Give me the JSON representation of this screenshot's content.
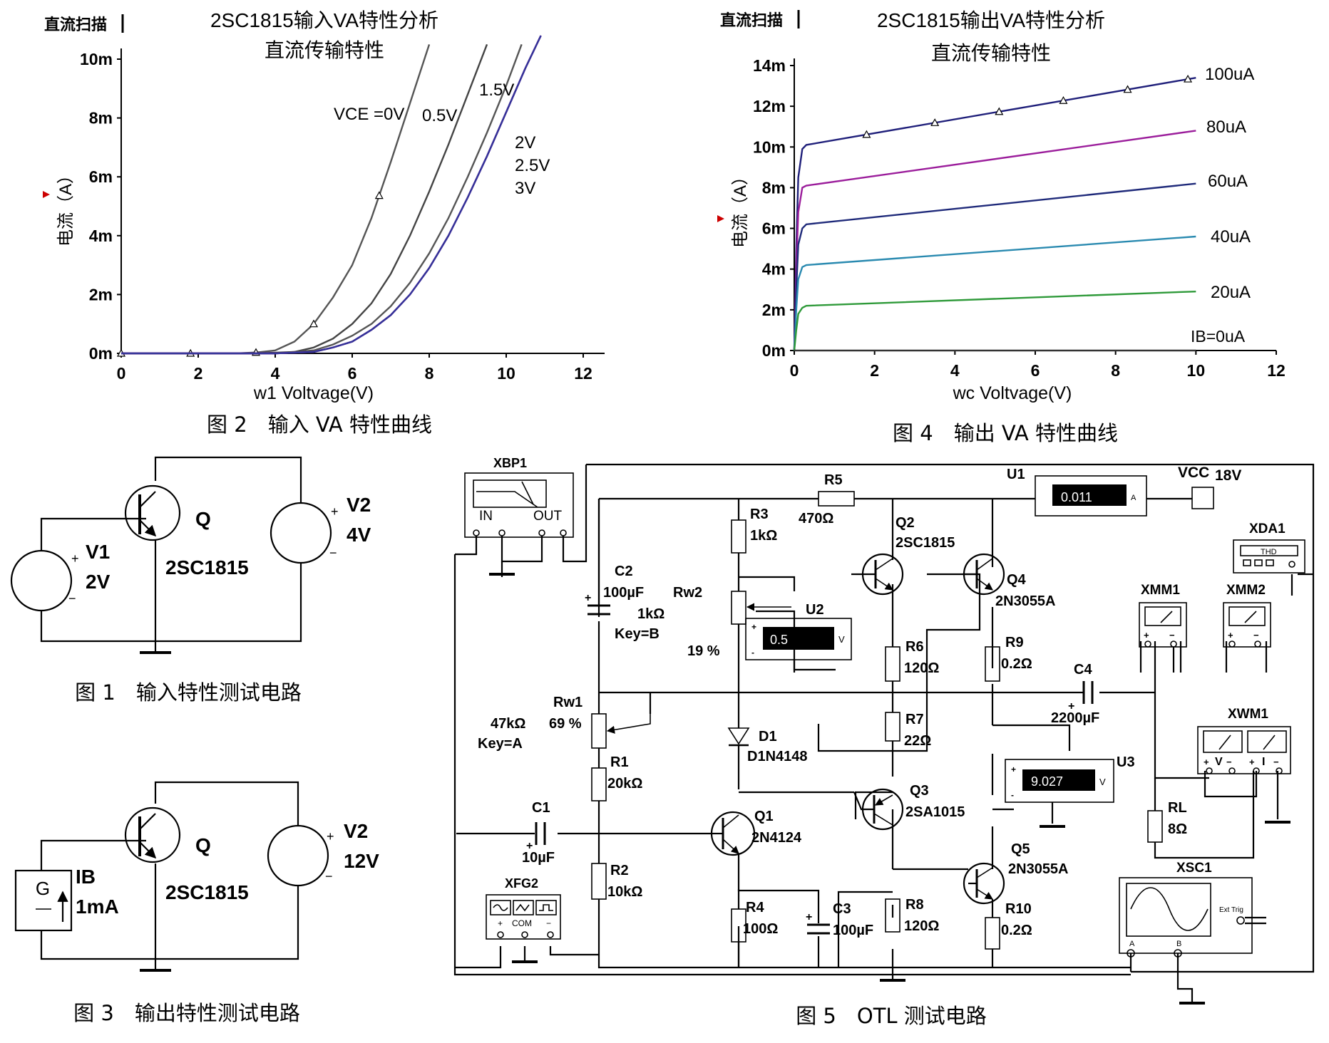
{
  "fig2": {
    "header": "直流扫描",
    "title": "2SC1815输入VA特性分析",
    "subtitle": "直流传输特性",
    "ylabel": "电流（A）",
    "xlabel": "w1 Voltvage(V)",
    "caption": "图 2　输入 VA 特性曲线",
    "series_labels": [
      "VCE =0V",
      "0.5V",
      "1.5V",
      "2V",
      "2.5V",
      "3V"
    ]
  },
  "fig4": {
    "header": "直流扫描",
    "title": "2SC1815输出VA特性分析",
    "subtitle": "直流传输特性",
    "ylabel": "电流（A）",
    "xlabel": "wc Voltvage(V)",
    "caption": "图 4　输出 VA 特性曲线",
    "series_labels": [
      "100uA",
      "80uA",
      "60uA",
      "40uA",
      "20uA",
      "IB=0uA"
    ]
  },
  "chart_data": [
    {
      "type": "line",
      "id": "fig2",
      "xlim": [
        0,
        12
      ],
      "ylim": [
        0,
        0.01
      ],
      "x_ticks": [
        "0",
        "2",
        "4",
        "6",
        "8",
        "10",
        "12"
      ],
      "y_ticks": [
        "0m",
        "2m",
        "4m",
        "6m",
        "8m",
        "10m"
      ],
      "series": [
        {
          "name": "VCE =0V",
          "color": "#555555",
          "x": [
            0,
            1,
            2,
            3,
            3.5,
            4,
            4.5,
            5,
            5.5,
            6,
            6.5,
            7,
            7.5,
            8
          ],
          "y": [
            0,
            0,
            0,
            0,
            3e-05,
            0.0001,
            0.0004,
            0.001,
            0.0019,
            0.003,
            0.0046,
            0.0065,
            0.0085,
            0.0105
          ]
        },
        {
          "name": "0.5V",
          "color": "#444444",
          "x": [
            0,
            2,
            3.5,
            4.5,
            5,
            5.5,
            6,
            6.5,
            7,
            7.5,
            8,
            8.5,
            9,
            9.5
          ],
          "y": [
            0,
            0,
            0,
            5e-05,
            0.0002,
            0.0005,
            0.001,
            0.0017,
            0.0027,
            0.004,
            0.0055,
            0.0071,
            0.0088,
            0.0105
          ]
        },
        {
          "name": "1.5V",
          "color": "#555555",
          "x": [
            0,
            2,
            4,
            5,
            5.5,
            6,
            6.5,
            7,
            7.5,
            8,
            8.5,
            9,
            9.5,
            10,
            10.4
          ],
          "y": [
            0,
            0,
            0,
            0.0001,
            0.0003,
            0.0006,
            0.001,
            0.0016,
            0.0024,
            0.0034,
            0.0046,
            0.006,
            0.0075,
            0.0091,
            0.0105
          ]
        },
        {
          "name": "2V",
          "color": "#8b2252",
          "x": [
            0,
            2,
            4,
            5,
            5.5,
            6,
            6.5,
            7,
            7.5,
            8,
            8.5,
            9,
            9.5,
            10,
            10.5,
            10.9
          ],
          "y": [
            0,
            0,
            0,
            5e-05,
            0.0002,
            0.0004,
            0.0008,
            0.0013,
            0.002,
            0.0029,
            0.004,
            0.0053,
            0.0067,
            0.0082,
            0.0097,
            0.0108
          ]
        },
        {
          "name": "2.5V",
          "color": "#6a0dad",
          "x": [
            0,
            2,
            4,
            5,
            5.5,
            6,
            6.5,
            7,
            7.5,
            8,
            8.5,
            9,
            9.5,
            10,
            10.5,
            10.9
          ],
          "y": [
            0,
            0,
            0,
            5e-05,
            0.0002,
            0.0004,
            0.0008,
            0.0013,
            0.002,
            0.0029,
            0.004,
            0.0053,
            0.0067,
            0.0082,
            0.0097,
            0.0108
          ]
        },
        {
          "name": "3V",
          "color": "#333399",
          "x": [
            0,
            2,
            4,
            5,
            5.5,
            6,
            6.5,
            7,
            7.5,
            8,
            8.5,
            9,
            9.5,
            10,
            10.5,
            10.9
          ],
          "y": [
            0,
            0,
            0,
            5e-05,
            0.0002,
            0.0004,
            0.0008,
            0.0013,
            0.002,
            0.0029,
            0.004,
            0.0053,
            0.0067,
            0.0082,
            0.0097,
            0.0108
          ]
        }
      ]
    },
    {
      "type": "line",
      "id": "fig4",
      "xlim": [
        0,
        12
      ],
      "ylim": [
        0,
        0.014
      ],
      "x_ticks": [
        "0",
        "2",
        "4",
        "6",
        "8",
        "10",
        "12"
      ],
      "y_ticks": [
        "0m",
        "2m",
        "4m",
        "6m",
        "8m",
        "10m",
        "12m",
        "14m"
      ],
      "series": [
        {
          "name": "100uA",
          "color": "#1f1f7a",
          "x": [
            0,
            0.05,
            0.1,
            0.2,
            0.3,
            10
          ],
          "y": [
            0,
            0.005,
            0.0085,
            0.0099,
            0.0101,
            0.0134
          ]
        },
        {
          "name": "80uA",
          "color": "#9b1d9b",
          "x": [
            0,
            0.05,
            0.1,
            0.2,
            0.3,
            10
          ],
          "y": [
            0,
            0.004,
            0.0068,
            0.008,
            0.0081,
            0.0108
          ]
        },
        {
          "name": "60uA",
          "color": "#1f2a7a",
          "x": [
            0,
            0.05,
            0.1,
            0.2,
            0.3,
            10
          ],
          "y": [
            0,
            0.003,
            0.0052,
            0.006,
            0.0062,
            0.0082
          ]
        },
        {
          "name": "40uA",
          "color": "#2a8ab0",
          "x": [
            0,
            0.05,
            0.1,
            0.2,
            0.3,
            10
          ],
          "y": [
            0,
            0.002,
            0.0035,
            0.0041,
            0.0042,
            0.0056
          ]
        },
        {
          "name": "20uA",
          "color": "#2f9a3a",
          "x": [
            0,
            0.05,
            0.1,
            0.2,
            0.3,
            10
          ],
          "y": [
            0,
            0.001,
            0.0018,
            0.0021,
            0.0022,
            0.0029
          ]
        },
        {
          "name": "IB=0uA",
          "color": "#333333",
          "x": [
            0,
            10
          ],
          "y": [
            0,
            0
          ]
        }
      ]
    }
  ],
  "fig1": {
    "caption": "图 1　输入特性测试电路",
    "v1_name": "V1",
    "v1_value": "2V",
    "q_name": "Q",
    "q_model": "2SC1815",
    "v2_name": "V2",
    "v2_value": "4V"
  },
  "fig3": {
    "caption": "图 3　输出特性测试电路",
    "g_letter": "G",
    "ib_name": "IB",
    "ib_value": "1mA",
    "q_name": "Q",
    "q_model": "2SC1815",
    "v2_name": "V2",
    "v2_value": "12V"
  },
  "fig5": {
    "caption": "图 5　OTL 测试电路",
    "xbp1": "XBP1",
    "xbp_in": "IN",
    "xbp_out": "OUT",
    "r5": "R5",
    "r5_val": "470Ω",
    "u1": "U1",
    "u1_reading": "0.011",
    "u1_unit": "A",
    "vcc": "VCC",
    "vcc_val": "18V",
    "xda1": "XDA1",
    "xda_thd": "THD",
    "r3": "R3",
    "r3_val": "1kΩ",
    "q2": "Q2",
    "q2_model": "2SC1815",
    "q4": "Q4",
    "q4_model": "2N3055A",
    "c2": "C2",
    "c2_val": "100µF",
    "rw2": "Rw2",
    "rw2_val": "1kΩ",
    "rw2_key": "Key=B",
    "rw2_pct": "19 %",
    "u2": "U2",
    "u2_reading": "0.5",
    "u2_unit": "V",
    "r6": "R6",
    "r6_val": "120Ω",
    "r9": "R9",
    "r9_val": "0.2Ω",
    "c4": "C4",
    "c4_val": "2200µF",
    "xmm1": "XMM1",
    "xmm2": "XMM2",
    "rw1": "Rw1",
    "rw1_val": "47kΩ",
    "rw1_key": "Key=A",
    "rw1_pct": "69 %",
    "d1": "D1",
    "d1_model": "D1N4148",
    "r7": "R7",
    "r7_val": "22Ω",
    "u3": "U3",
    "u3_reading": "9.027",
    "u3_unit": "V",
    "xwm1": "XWM1",
    "xwm_v": "V",
    "xwm_i": "I",
    "r1": "R1",
    "r1_val": "20kΩ",
    "q3": "Q3",
    "q3_model": "2SA1015",
    "rl": "RL",
    "rl_val": "8Ω",
    "c1": "C1",
    "c1_val": "10µF",
    "q1": "Q1",
    "q1_model": "2N4124",
    "q5": "Q5",
    "q5_model": "2N3055A",
    "xsc1": "XSC1",
    "xsc_trig": "Ext Trig",
    "xsc_a": "A",
    "xsc_b": "B",
    "r2": "R2",
    "r2_val": "10kΩ",
    "xfg2": "XFG2",
    "xfg_com": "COM",
    "r4": "R4",
    "r4_val": "100Ω",
    "c3": "C3",
    "c3_val": "100µF",
    "r8": "R8",
    "r8_val": "120Ω",
    "r10": "R10",
    "r10_val": "0.2Ω"
  }
}
